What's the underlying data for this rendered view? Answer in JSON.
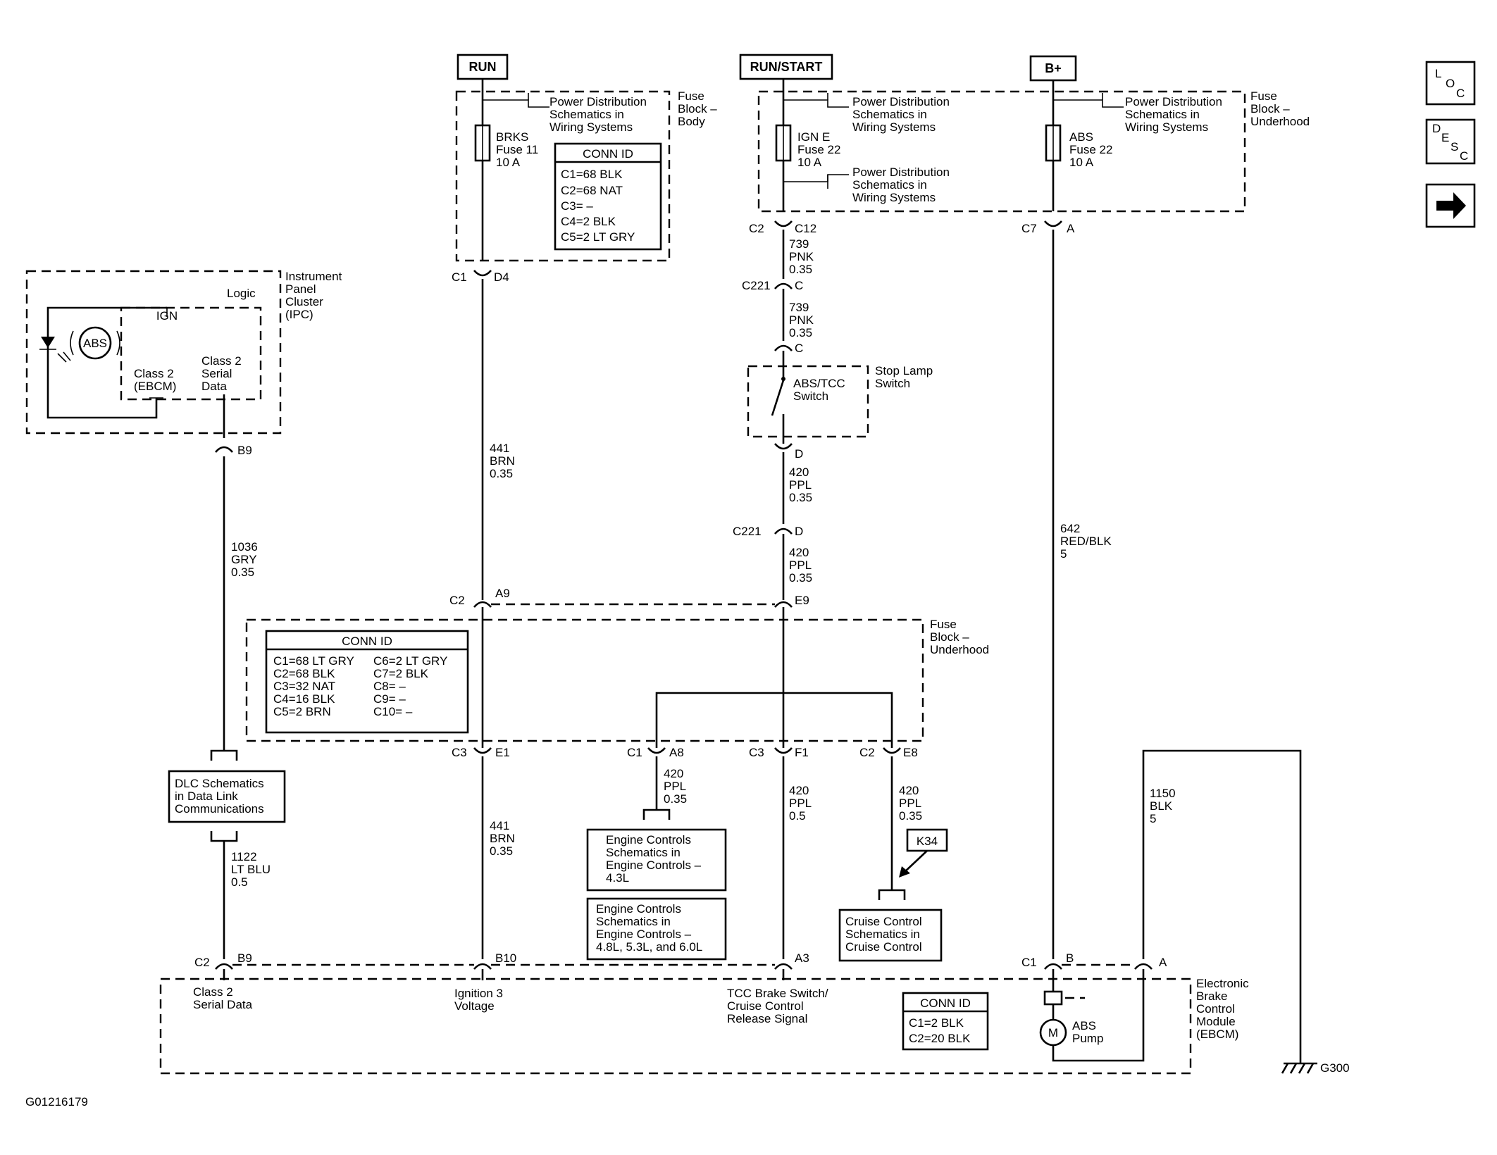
{
  "power_sources": {
    "run": "RUN",
    "run_start": "RUN/START",
    "bplus": "B+"
  },
  "nav": {
    "loc": [
      "L",
      "O",
      "C"
    ],
    "desc": [
      "D",
      "E",
      "S",
      "C"
    ]
  },
  "fuse_block_body": {
    "ref": [
      "Power Distribution",
      "Schematics in",
      "Wiring  Systems"
    ],
    "label": [
      "Fuse",
      "Block –",
      "Body"
    ],
    "fuse": [
      "BRKS",
      "Fuse 11",
      "10 A"
    ],
    "conn_title": "CONN ID",
    "conn": [
      "C1=68 BLK",
      "C2=68 NAT",
      "C3= –",
      "C4=2 BLK",
      "C5=2 LT GRY"
    ],
    "out_conn": "C1",
    "out_pin": "D4"
  },
  "fuse_block_underhood_top": {
    "ref1": [
      "Power Distribution",
      "Schematics in",
      "Wiring  Systems"
    ],
    "ref2": [
      "Power Distribution",
      "Schematics in",
      "Wiring  Systems"
    ],
    "ref3": [
      "Power Distribution",
      "Schematics in",
      "Wiring  Systems"
    ],
    "label": [
      "Fuse",
      "Block –",
      "Underhood"
    ],
    "ign_fuse": [
      "IGN E",
      "Fuse 22",
      "10 A"
    ],
    "abs_fuse": [
      "ABS",
      "Fuse 22",
      "10 A"
    ],
    "ign_conn": "C2",
    "ign_pin": "C12",
    "abs_conn": "C7",
    "abs_pin": "A"
  },
  "ipc": {
    "label": [
      "Instrument",
      "Panel",
      "Cluster",
      "(IPC)"
    ],
    "logic": "Logic",
    "ign": "IGN",
    "abs": "ABS",
    "class2": [
      "Class 2",
      "(EBCM)"
    ],
    "serial": [
      "Class 2",
      "Serial",
      "Data"
    ],
    "pin": "B9"
  },
  "wires": {
    "w1036": [
      "1036",
      "GRY",
      "0.35"
    ],
    "w1122": [
      "1122",
      "LT BLU",
      "0.5"
    ],
    "w441a": [
      "441",
      "BRN",
      "0.35"
    ],
    "w441b": [
      "441",
      "BRN",
      "0.35"
    ],
    "w739a": [
      "739",
      "PNK",
      "0.35"
    ],
    "w739b": [
      "739",
      "PNK",
      "0.35"
    ],
    "w420a": [
      "420",
      "PPL",
      "0.35"
    ],
    "w420b": [
      "420",
      "PPL",
      "0.35"
    ],
    "w420c": [
      "420",
      "PPL",
      "0.35"
    ],
    "w420d": [
      "420",
      "PPL",
      "0.5"
    ],
    "w420e": [
      "420",
      "PPL",
      "0.35"
    ],
    "w642": [
      "642",
      "RED/BLK",
      "5"
    ],
    "w1150": [
      "1150",
      "BLK",
      "5"
    ]
  },
  "connectors": {
    "c221_c": "C221",
    "c221_c_pin": "C",
    "c_pin": "C",
    "d_pin": "D",
    "c221_d": "C221",
    "c221_d_pin": "D",
    "c2_a9": "C2",
    "a9": "A9",
    "e9": "E9",
    "c3_e1": "C3",
    "e1": "E1",
    "c1_a8": "C1",
    "a8": "A8",
    "c3_f1": "C3",
    "f1": "F1",
    "c2_e8": "C2",
    "e8": "E8",
    "c2_b9": "C2",
    "b9": "B9",
    "b10": "B10",
    "a3": "A3",
    "c1_b": "C1",
    "b": "B",
    "a": "A"
  },
  "stop_lamp": {
    "switch": [
      "ABS/TCC",
      "Switch"
    ],
    "label": [
      "Stop Lamp",
      "Switch"
    ]
  },
  "fuse_block_underhood_mid": {
    "label": [
      "Fuse",
      "Block –",
      "Underhood"
    ],
    "conn_title": "CONN ID",
    "conn_left": [
      "C1=68 LT GRY",
      "C2=68 BLK",
      "C3=32 NAT",
      "C4=16 BLK",
      "C5=2 BRN"
    ],
    "conn_right": [
      "C6=2 LT GRY",
      "C7=2 BLK",
      "C8= –",
      "C9= –",
      "C10= –"
    ]
  },
  "refs": {
    "dlc": [
      "DLC Schematics",
      "in Data Link",
      "Communications"
    ],
    "eng43": [
      "Engine Controls",
      "Schematics in",
      "Engine Controls –",
      "4.3L"
    ],
    "eng48": [
      "Engine Controls",
      "Schematics in",
      "Engine Controls –",
      "4.8L, 5.3L, and 6.0L"
    ],
    "cruise": [
      "Cruise Control",
      "Schematics in",
      "Cruise Control"
    ],
    "k34": "K34"
  },
  "ebcm": {
    "label": [
      "Electronic",
      "Brake",
      "Control",
      "Module",
      "(EBCM)"
    ],
    "class2": [
      "Class 2",
      "Serial Data"
    ],
    "ign3": [
      "Ignition 3",
      "Voltage"
    ],
    "tcc": [
      "TCC Brake Switch/",
      "Cruise Control",
      "Release Signal"
    ],
    "pump": [
      "ABS",
      "Pump"
    ],
    "motor": "M",
    "conn_title": "CONN ID",
    "conn": [
      "C1=2 BLK",
      "C2=20 BLK"
    ]
  },
  "ground": "G300",
  "figure_id": "G01216179"
}
